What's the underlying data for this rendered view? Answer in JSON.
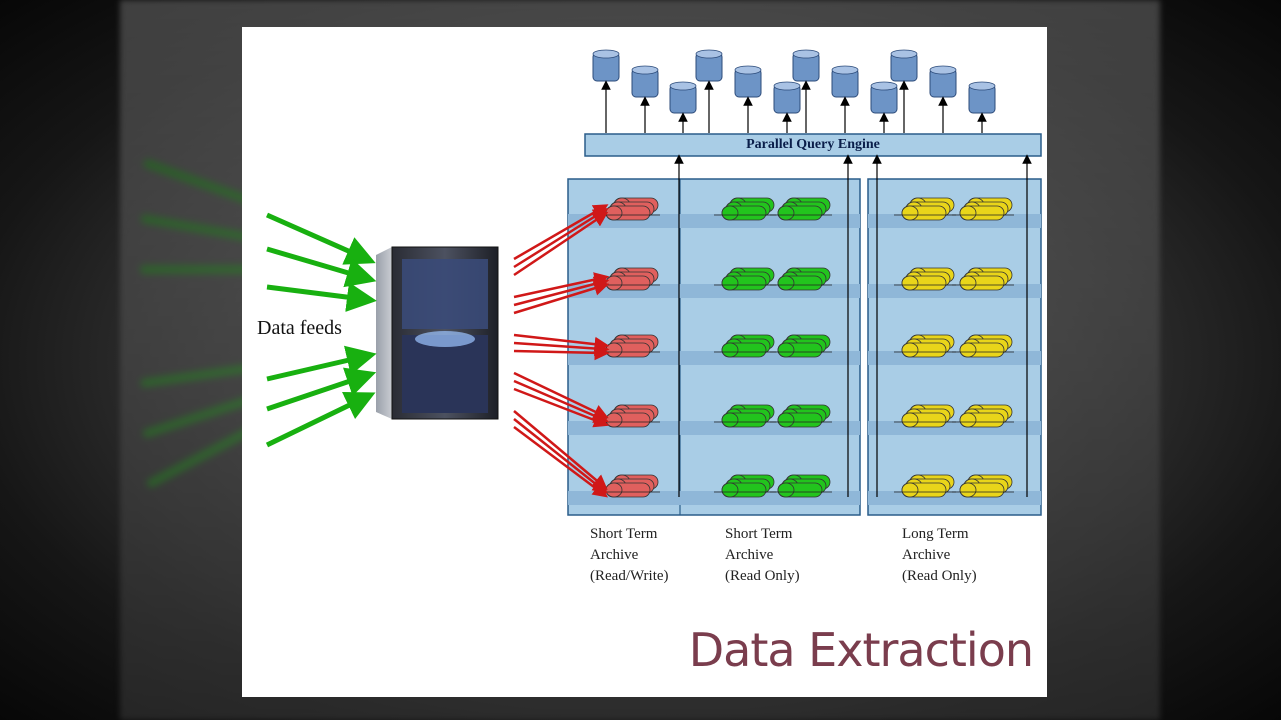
{
  "diagram": {
    "input_label": "Data feeds",
    "engine_label": "Parallel Query Engine",
    "title": "Data Extraction",
    "columns": [
      {
        "line1": "Short Term",
        "line2": "Archive",
        "line3": "(Read/Write)",
        "color": "#e0605e"
      },
      {
        "line1": "Short Term",
        "line2": "Archive",
        "line3": "(Read Only)",
        "color": "#22c41d"
      },
      {
        "line1": "Long Term",
        "line2": "Archive",
        "line3": "(Read Only)",
        "color": "#e9d51a"
      }
    ],
    "query_client_count": 12
  },
  "colors": {
    "feed_arrow": "#18b010",
    "server_to_storage_arrow": "#d01818",
    "panel_fill": "#a9cde6",
    "panel_stroke": "#2a5d8a",
    "client_node": "#6d94c6",
    "title_text": "#7a3d4d"
  }
}
